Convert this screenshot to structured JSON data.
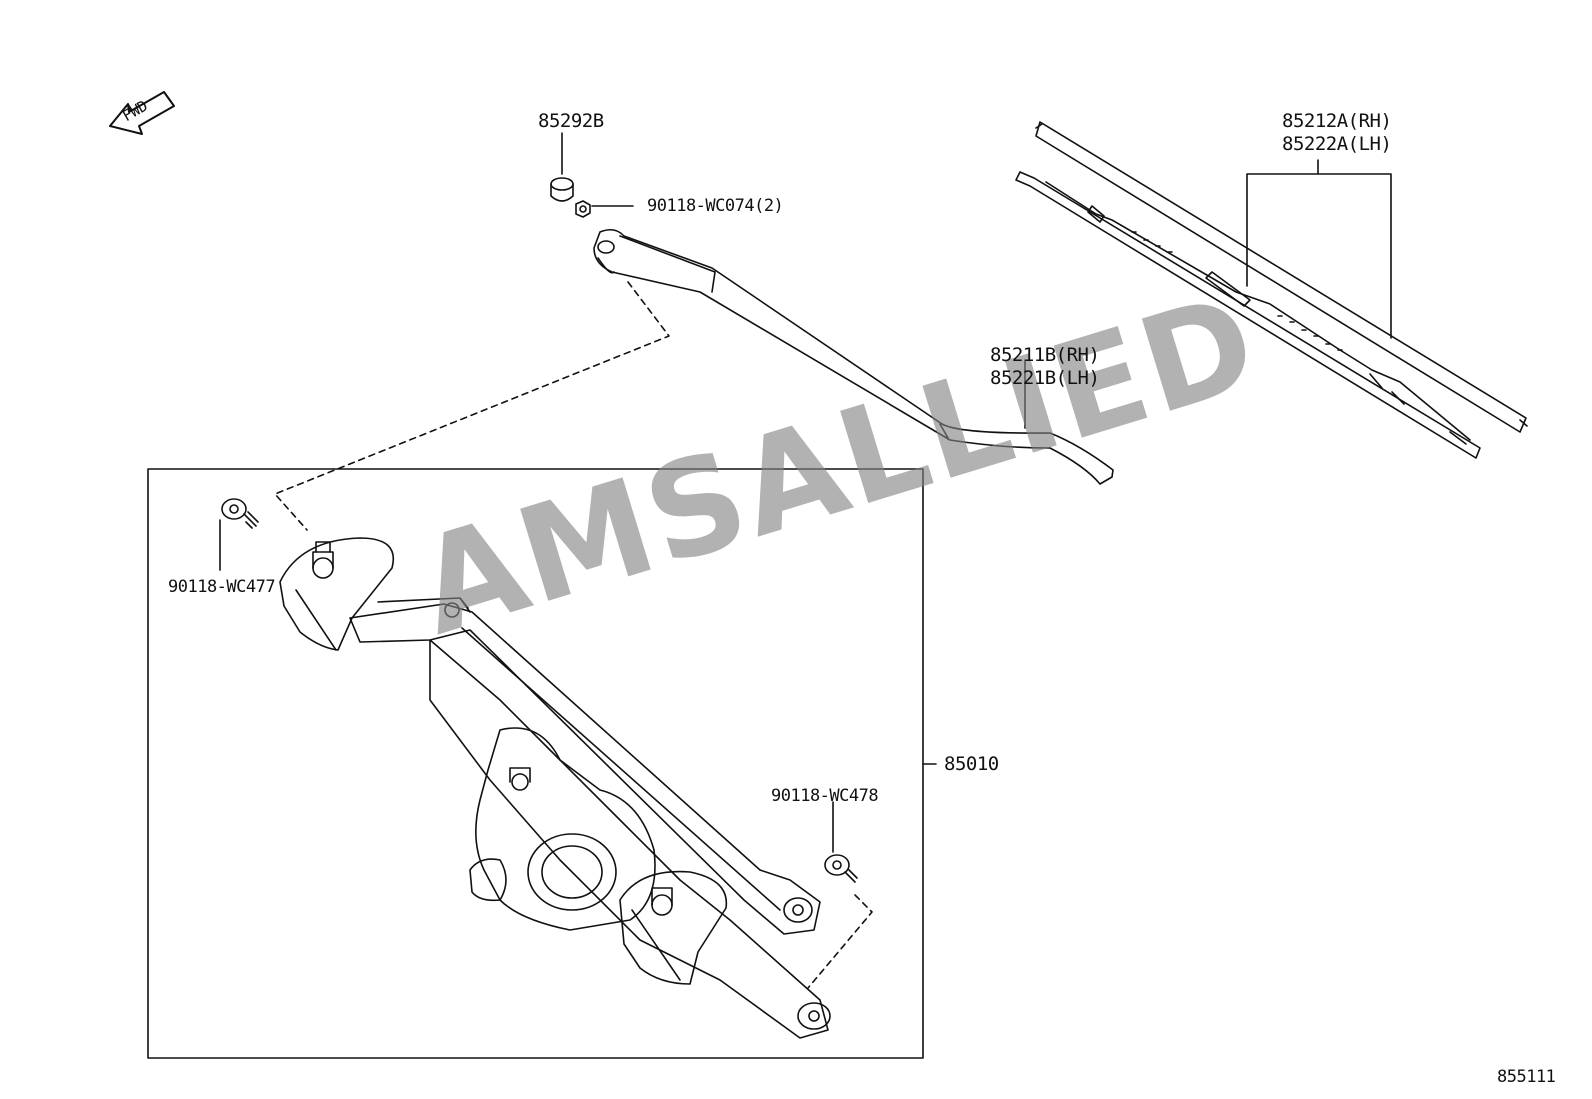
{
  "diagram": {
    "fwd_label": "FWD",
    "watermark": "AMSALLIED",
    "figure_number": "855111",
    "parts": {
      "cap": "85292B",
      "arm_nut": "90118-WC074(2)",
      "blade_rh": "85212A(RH)",
      "blade_lh": "85222A(LH)",
      "arm_rh": "85211B(RH)",
      "arm_lh": "85221B(LH)",
      "bolt_left": "90118-WC477",
      "motor_link_assy": "85010",
      "bolt_right": "90118-WC478"
    }
  }
}
